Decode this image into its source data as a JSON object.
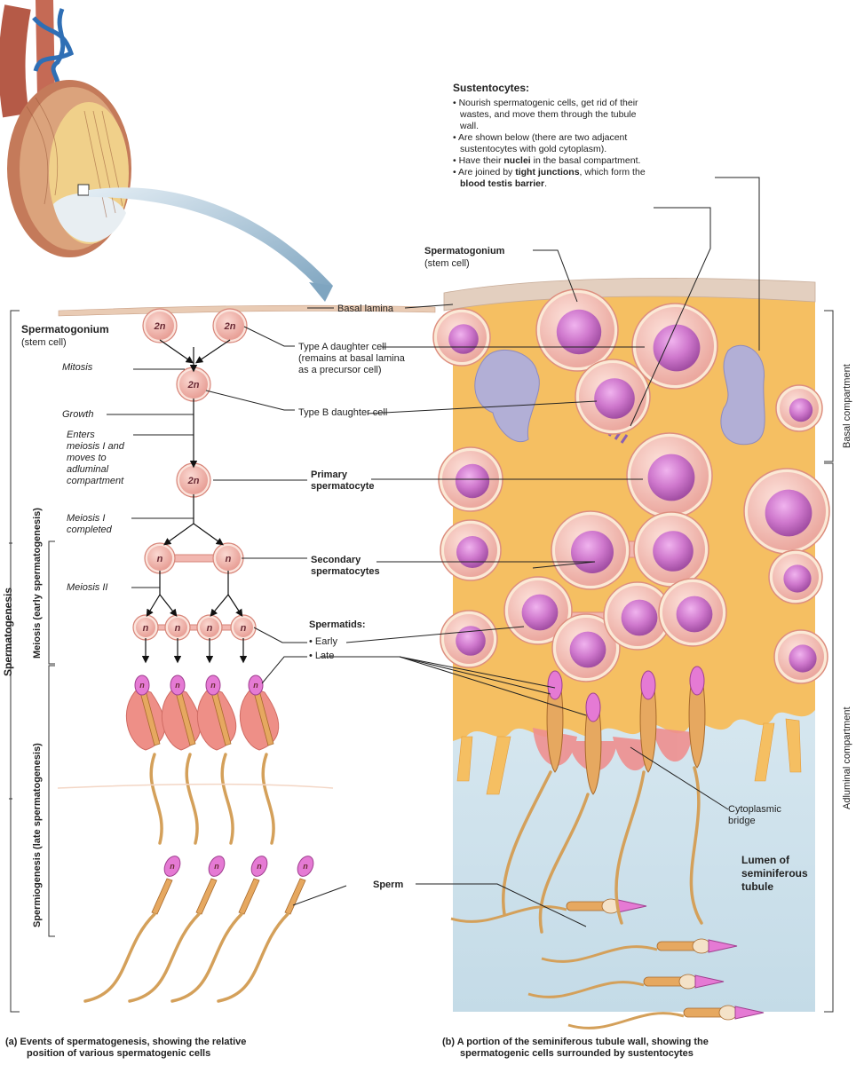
{
  "sustentocytes": {
    "title": "Sustentocytes:",
    "b1": "• Nourish spermatogenic cells, get rid of their",
    "b1b": "wastes, and move them through the tubule",
    "b1c": "wall.",
    "b2": "• Are shown below (there are two adjacent",
    "b2b": "sustentocytes with gold cytoplasm).",
    "b3a": "• Have their ",
    "b3b": "nuclei",
    "b3c": " in the basal compartment.",
    "b4a": "• Are joined by ",
    "b4b": "tight junctions",
    "b4c": ", which form the",
    "b4d": "blood testis barrier",
    "b4e": "."
  },
  "left": {
    "spermatogonium": "Spermatogonium",
    "stem": "(stem cell)",
    "mitosis": "Mitosis",
    "growth": "Growth",
    "enters1": "Enters",
    "enters2": "meiosis I and",
    "enters3": "moves to",
    "enters4": "adluminal",
    "enters5": "compartment",
    "meiosis1a": "Meiosis I",
    "meiosis1b": "completed",
    "meiosis2": "Meiosis II",
    "c2n": "2n",
    "cn": "n"
  },
  "center": {
    "basal_lamina": "Basal lamina",
    "typeA1": "Type A daughter cell",
    "typeA2": "(remains at basal lamina",
    "typeA3": "as a precursor cell)",
    "typeB": "Type B daughter cell",
    "primary1": "Primary",
    "primary2": "spermatocyte",
    "secondary1": "Secondary",
    "secondary2": "spermatocytes",
    "spermatids": "Spermatids:",
    "early": "• Early",
    "late": "• Late",
    "sperm": "Sperm"
  },
  "right": {
    "spermatogonium": "Spermatogonium",
    "stem": "(stem cell)",
    "bridge1": "Cytoplasmic",
    "bridge2": "bridge",
    "lumen1": "Lumen of",
    "lumen2": "seminiferous",
    "lumen3": "tubule",
    "basal_comp": "Basal compartment",
    "adluminal_comp": "Adluminal compartment"
  },
  "vertical": {
    "spermatogenesis": "Spermatogenesis",
    "meiosis": "Meiosis (early spermatogenesis)",
    "spermiogenesis": "Spermiogenesis (late spermatogenesis)"
  },
  "captions": {
    "a1": "(a)  Events of spermatogenesis, showing the relative",
    "a2": "position of various spermatogenic cells",
    "b1": "(b)  A portion of the seminiferous tubule wall, showing the",
    "b2": "spermatogenic cells surrounded by sustentocytes"
  },
  "colors": {
    "cytoplasm": "#f6c266",
    "cell": "#f2b7b0",
    "nucleus": "#c86fc6",
    "lumen": "#cfe4ee",
    "nucleus_sust": "#b3b0d8"
  }
}
